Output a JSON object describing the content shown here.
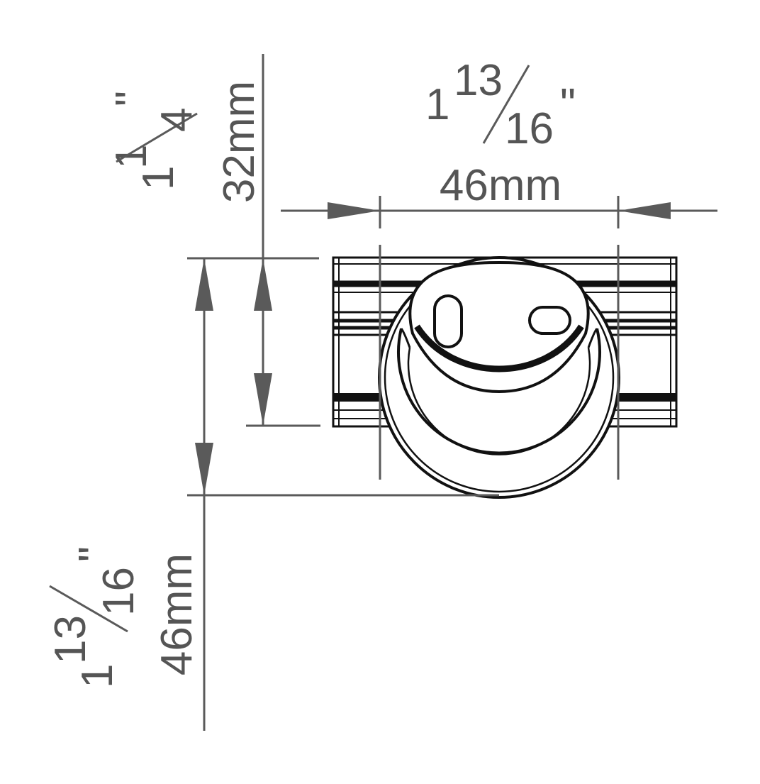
{
  "colors": {
    "dimension": "#5a5a5a",
    "dimension_text": "#555555",
    "part_outline": "#111111",
    "background": "#ffffff"
  },
  "top_dimension": {
    "whole": "1",
    "numerator": "13",
    "denominator": "16",
    "inch_mark": "\"",
    "metric": "46mm"
  },
  "left_dimension": {
    "whole": "1",
    "numerator": "1",
    "denominator": "4",
    "inch_mark": "\"",
    "metric": "32mm"
  },
  "bottom_left_dimension": {
    "whole": "1",
    "numerator": "13",
    "denominator": "16",
    "inch_mark": "\"",
    "metric": "46mm"
  }
}
